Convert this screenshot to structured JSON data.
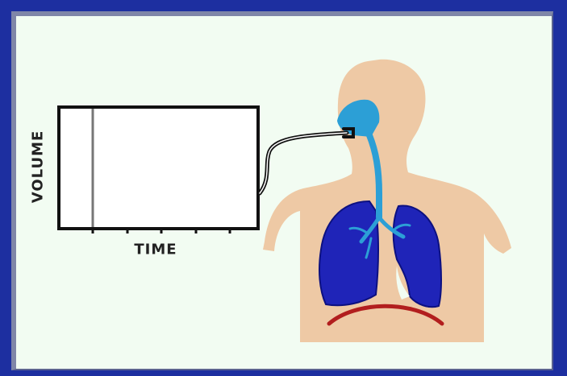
{
  "diagram": {
    "y_axis_label": "VOLUME",
    "x_axis_label": "TIME"
  },
  "colors": {
    "background_frame": "#1d2fa0",
    "panel": "#f2fcf2",
    "skin": "#eec9a5",
    "lungs": "#1f24b8",
    "airway": "#2c9fd6",
    "diaphragm": "#b21e1e",
    "tube": "#111111"
  },
  "icons": {
    "recorder": "spirometer-recorder-box",
    "figure": "human-torso-with-lungs"
  }
}
